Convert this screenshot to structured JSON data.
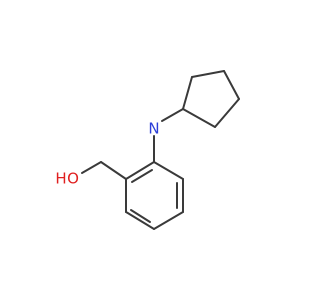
{
  "molecule": {
    "atoms": {
      "nitrogen": "N",
      "hydroxyl": "H",
      "hydroxyl_oxygen": "O"
    },
    "colors": {
      "bond": "#3a3a3a",
      "nitrogen": "#2c3fd8",
      "oxygen": "#e02020"
    }
  }
}
